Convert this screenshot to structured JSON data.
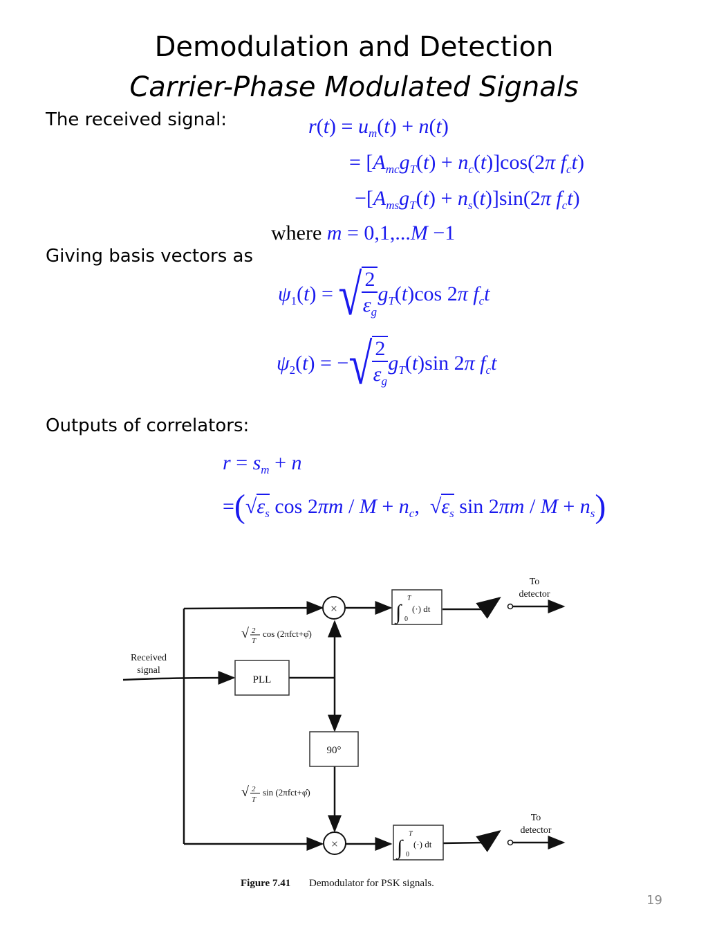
{
  "slide": {
    "title_line1": "Demodulation and Detection",
    "title_line2": "Carrier-Phase Modulated Signals",
    "page_number": "19",
    "equation_color": "#1a1aee"
  },
  "labels": {
    "received": "The received signal:",
    "basis": "Giving basis vectors as",
    "outputs": "Outputs of correlators:"
  },
  "equations": {
    "received_line1": "r(t) = u_m(t) + n(t)",
    "received_line2": "= [A_mc g_T(t) + n_c(t)] cos(2π f_c t)",
    "received_line3": "−[A_ms g_T(t) + n_s(t)] sin(2π f_c t)",
    "where_word": "where",
    "where_expr": "m = 0,1,...M −1",
    "psi1": "ψ1(t) = √(2/εg) gT(t) cos 2π fc t",
    "psi2": "ψ2(t) = −√(2/εg) gT(t) sin 2π fc t",
    "out_line1": "r = s_m + n",
    "out_line2": "= (√εs cos 2πm/M + nc, √εs sin 2πm/M + ns)"
  },
  "diagram": {
    "input_label_1": "Received",
    "input_label_2": "signal",
    "pll_label": "PLL",
    "phase_shift_label": "90°",
    "multiplier_symbol": "×",
    "integrator_label": "(·) dt",
    "integrator_upper": "T",
    "integrator_lower": "0",
    "cos_ref": "cos (2πfct+φ̂)",
    "sin_ref": "sin (2πfct+φ̂)",
    "ref_frac_num": "2",
    "ref_frac_den": "T",
    "output_label_1": "To",
    "output_label_2": "detector",
    "caption_bold": "Figure 7.41",
    "caption_text": "Demodulator for PSK signals."
  }
}
